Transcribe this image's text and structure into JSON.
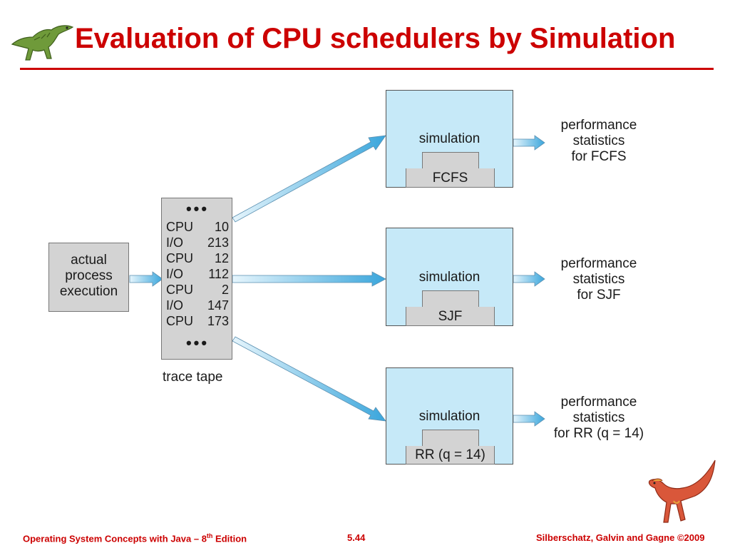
{
  "slide": {
    "title": "Evaluation of CPU schedulers by Simulation"
  },
  "diagram": {
    "source_box": {
      "lines": [
        "actual",
        "process",
        "execution"
      ]
    },
    "trace_tape": {
      "caption": "trace tape",
      "dots_top": "•••",
      "dots_bottom": "•••",
      "rows": [
        {
          "op": "CPU",
          "value": "10"
        },
        {
          "op": "I/O",
          "value": "213"
        },
        {
          "op": "CPU",
          "value": "12"
        },
        {
          "op": "I/O",
          "value": "112"
        },
        {
          "op": "CPU",
          "value": "2"
        },
        {
          "op": "I/O",
          "value": "147"
        },
        {
          "op": "CPU",
          "value": "173"
        }
      ]
    },
    "simulations": [
      {
        "label": "simulation",
        "scheduler": "FCFS",
        "stats_lines": [
          "performance",
          "statistics",
          "for FCFS"
        ]
      },
      {
        "label": "simulation",
        "scheduler": "SJF",
        "stats_lines": [
          "performance",
          "statistics",
          "for SJF"
        ]
      },
      {
        "label": "simulation",
        "scheduler": "RR (q = 14)",
        "stats_lines": [
          "performance",
          "statistics",
          "for RR (q = 14)"
        ]
      }
    ]
  },
  "footer": {
    "left_prefix": "Operating System Concepts with Java – 8",
    "left_sup": "th",
    "left_suffix": " Edition",
    "page_number": "5.44",
    "right": "Silberschatz, Galvin and Gagne ©2009"
  },
  "colors": {
    "accent": "#cc0000",
    "sim_box": "#c6e9f8",
    "gray_box": "#d3d3d3",
    "arrow": "#3aa6dc"
  },
  "icons": [
    "dinosaur-logo-icon",
    "red-dinosaur-icon"
  ]
}
